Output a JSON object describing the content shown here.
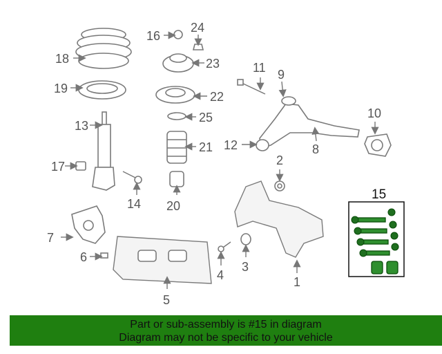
{
  "labels": {
    "p1": "1",
    "p2": "2",
    "p3": "3",
    "p4": "4",
    "p5": "5",
    "p6": "6",
    "p7": "7",
    "p8": "8",
    "p9": "9",
    "p10": "10",
    "p11": "11",
    "p12": "12",
    "p13": "13",
    "p14": "14",
    "p15": "15",
    "p16": "16",
    "p17": "17",
    "p18": "18",
    "p19": "19",
    "p20": "20",
    "p21": "21",
    "p22": "22",
    "p23": "23",
    "p24": "24",
    "p25": "25"
  },
  "banner": {
    "line1": "Part or sub-assembly is #15 in diagram",
    "line2": "Diagram may not be specific to your vehicle"
  },
  "colors": {
    "banner_bg": "#1f7f10",
    "highlight": "#2f8f2f",
    "line_art": "#7a7a7a"
  }
}
